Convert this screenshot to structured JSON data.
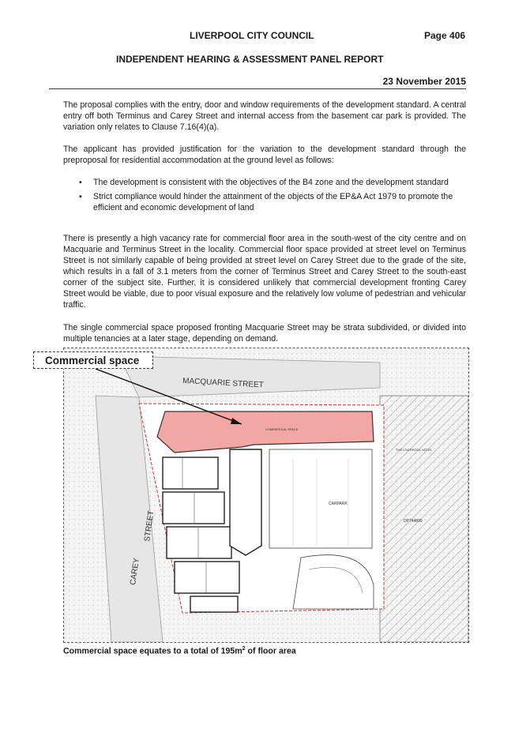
{
  "header": {
    "council": "LIVERPOOL CITY COUNCIL",
    "page": "Page 406",
    "report_title": "INDEPENDENT HEARING & ASSESSMENT PANEL REPORT",
    "date": "23 November 2015"
  },
  "paragraphs": {
    "p1": "The proposal complies with the entry, door and window requirements of the development standard. A central entry off both Terminus and Carey Street and internal access from the basement car park is provided. The variation only relates to Clause 7.16(4)(a).",
    "p2": "The applicant has provided justification for the variation to the development standard through the preproposal for residential accommodation at the ground level as follows:",
    "bullets": [
      "The development is consistent with the objectives of the B4 zone and the development standard",
      "Strict compliance would hinder the attainment of the objects of the EP&A Act 1979 to promote the efficient and economic development of land"
    ],
    "p3": "There is presently a high vacancy rate for commercial floor area in the south-west of the city centre and on Macquarie and Terminus Street in the locality. Commercial floor space provided at street level on Terminus Street is not similarly capable of being provided at street level on Carey Street due to the grade of the site, which results in a fall of 3.1 meters from the corner of Terminus Street and Carey Street to the south-east corner of the subject site. Further, it is considered unlikely that commercial development fronting Carey Street would be viable, due to poor visual exposure and the relatively low volume of pedestrian and vehicular traffic.",
    "p4": "The single commercial space proposed fronting Macquarie Street may be strata subdivided, or divided into multiple tenancies at a later stage, depending on demand."
  },
  "plan": {
    "callout_label": "Commercial space",
    "street_macquarie": "MACQUARIE STREET",
    "street_carey": "CAREY",
    "street_carey2": "STREET",
    "room_commercial": "COMMERCIAL SPACE",
    "room_carpark": "CARPARK",
    "lot_label": "DP744899",
    "neighbour_label": "THE LIVERPOOL HOTEL",
    "commercial_fill": "#f3a7a4"
  },
  "caption": {
    "text": "Commercial space equates to a total of 195m",
    "sup": "2",
    "tail": " of floor area"
  }
}
